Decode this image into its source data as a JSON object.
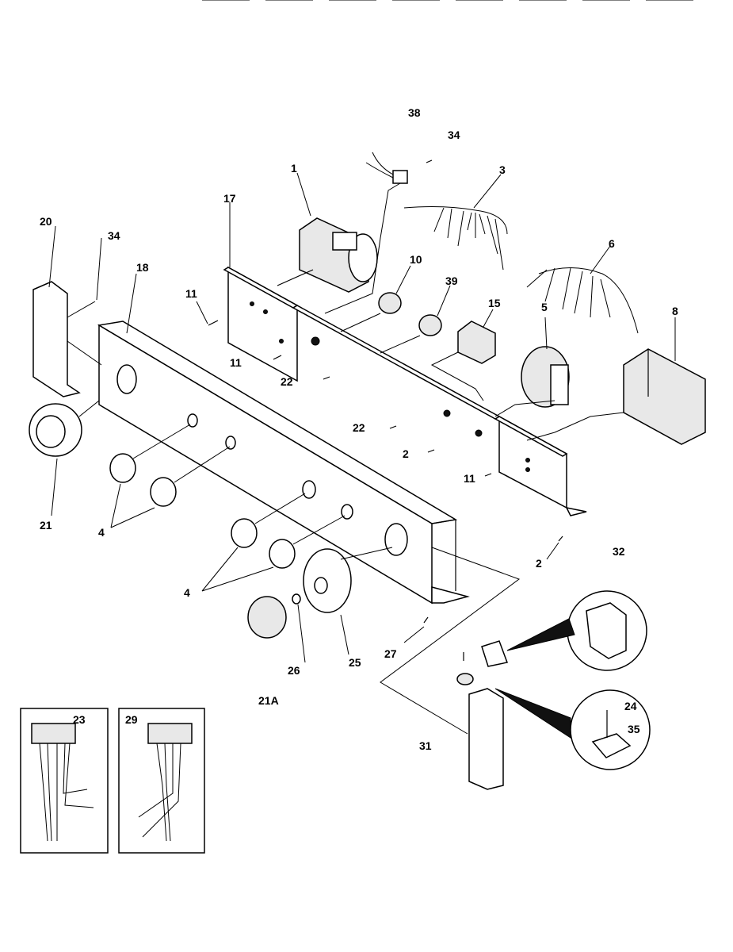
{
  "diagram": {
    "labels": [
      {
        "id": "p38",
        "text": "38"
      },
      {
        "id": "p34a",
        "text": "34"
      },
      {
        "id": "p1",
        "text": "1"
      },
      {
        "id": "p3",
        "text": "3"
      },
      {
        "id": "p17",
        "text": "17"
      },
      {
        "id": "p20",
        "text": "20"
      },
      {
        "id": "p34b",
        "text": "34"
      },
      {
        "id": "p18",
        "text": "18"
      },
      {
        "id": "p10",
        "text": "10"
      },
      {
        "id": "p6",
        "text": "6"
      },
      {
        "id": "p39",
        "text": "39"
      },
      {
        "id": "p15",
        "text": "15"
      },
      {
        "id": "p5",
        "text": "5"
      },
      {
        "id": "p8",
        "text": "8"
      },
      {
        "id": "p11a",
        "text": "11"
      },
      {
        "id": "p11b",
        "text": "11"
      },
      {
        "id": "p22a",
        "text": "22"
      },
      {
        "id": "p22b",
        "text": "22"
      },
      {
        "id": "p2a",
        "text": "2"
      },
      {
        "id": "p11c",
        "text": "11"
      },
      {
        "id": "p21",
        "text": "21"
      },
      {
        "id": "p4a",
        "text": "4"
      },
      {
        "id": "p2b",
        "text": "2"
      },
      {
        "id": "p32",
        "text": "32"
      },
      {
        "id": "p4b",
        "text": "4"
      },
      {
        "id": "p27",
        "text": "27"
      },
      {
        "id": "p26",
        "text": "26"
      },
      {
        "id": "p25",
        "text": "25"
      },
      {
        "id": "p21A",
        "text": "21A"
      },
      {
        "id": "p23",
        "text": "23"
      },
      {
        "id": "p29",
        "text": "29"
      },
      {
        "id": "p24",
        "text": "24"
      },
      {
        "id": "p35",
        "text": "35"
      },
      {
        "id": "p31",
        "text": "31"
      }
    ]
  }
}
